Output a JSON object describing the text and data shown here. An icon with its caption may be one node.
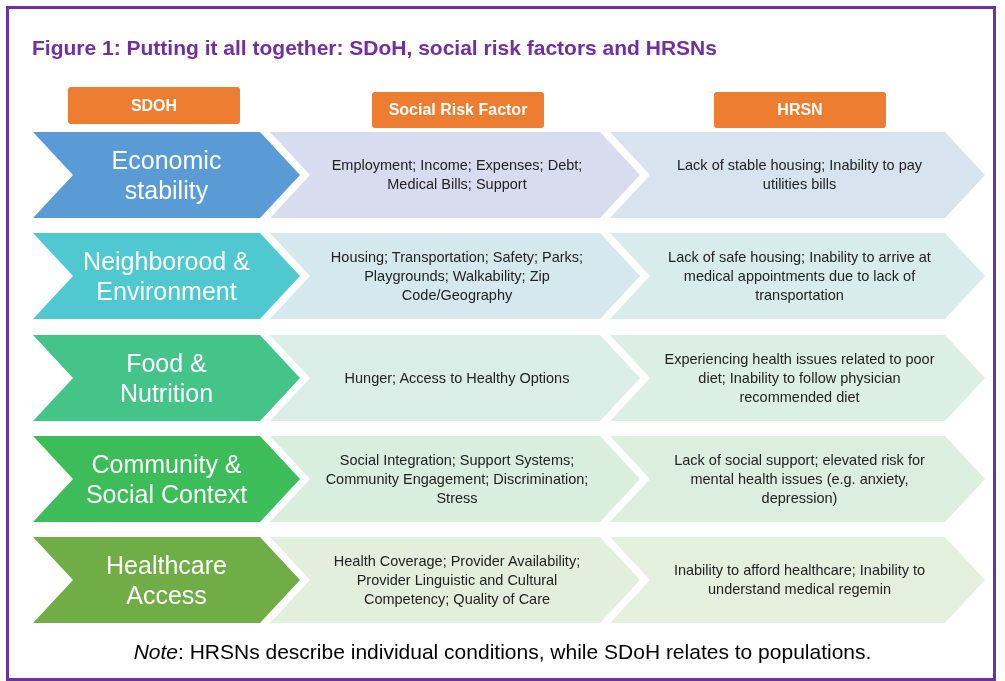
{
  "diagram": {
    "title": "Figure 1: Putting it all together: SDoH, social risk factors and HRSNs",
    "nodes": [
      {
        "text": [
          "SDOH"
        ]
      },
      {
        "text": [
          "Social Risk Factor"
        ]
      },
      {
        "text": [
          "HRSN"
        ]
      },
      {
        "text": [
          "Economic stability"
        ]
      },
      {
        "text": [
          "Employment; Income; Expenses; Debt; Medical Bills; Support"
        ]
      },
      {
        "text": [
          "Lack of stable housing; Inability to pay utilities bills"
        ]
      },
      {
        "text": [
          "Neighborood & Environment"
        ]
      },
      {
        "text": [
          "Housing; Transportation; Safety; Parks; Playgrounds; Walkability; Zip Code/Geography"
        ]
      },
      {
        "text": [
          "Lack of safe housing; Inability to arrive at medical appointments due to lack of transportation"
        ]
      },
      {
        "text": [
          "Food & Nutrition"
        ]
      },
      {
        "text": [
          "Hunger; Access to Healthy Options"
        ]
      },
      {
        "text": [
          "Experiencing health issues related to poor diet; Inability to follow physician recommended diet"
        ]
      },
      {
        "text": [
          "Community & Social Context"
        ]
      },
      {
        "text": [
          "Social Integration; Support Systems; Community Engagement; Discrimination; Stress"
        ]
      },
      {
        "text": [
          "Lack of social support; elevated risk for mental health issues (e.g. anxiety, depression)"
        ]
      },
      {
        "text": [
          "Healthcare Access"
        ]
      },
      {
        "text": [
          "Health Coverage; Provider Availability; Provider Linguistic and Cultural Competency; Quality of Care"
        ]
      },
      {
        "text": [
          "Inability to afford healthcare; Inability to understand medical regemin"
        ]
      }
    ],
    "edges": [],
    "labels": [
      "*Note*: HRSNs describe individual conditions, while SDoH relates to populations."
    ]
  }
}
